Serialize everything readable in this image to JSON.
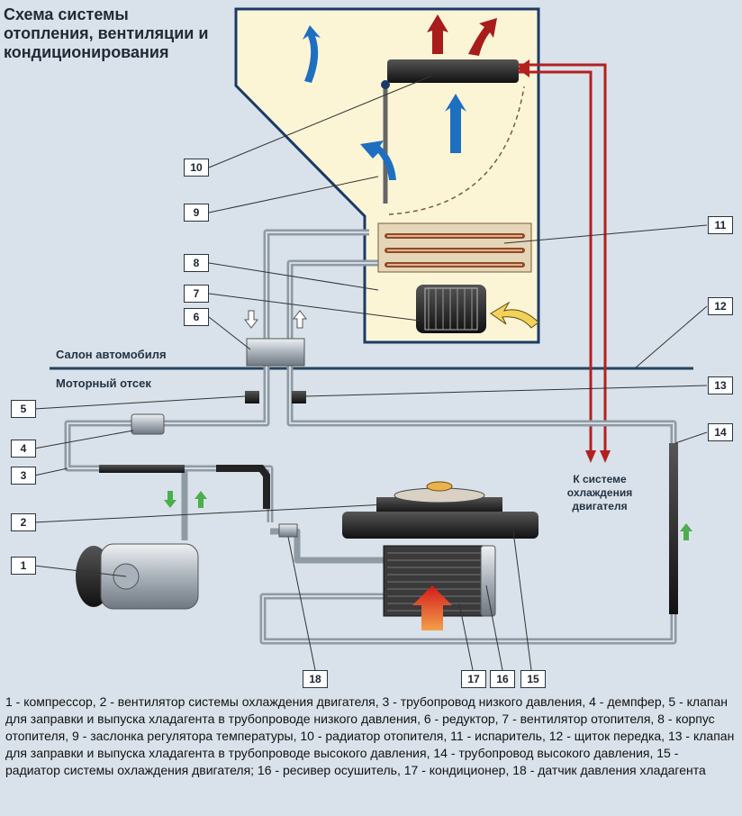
{
  "title": [
    "Схема системы",
    "отопления, вентиляции и",
    "кондиционирования"
  ],
  "zones": {
    "cabin": "Салон автомобиля",
    "engine_bay": "Моторный отсек"
  },
  "coolant_note": [
    "К системе",
    "охлаждения",
    "двигателя"
  ],
  "callouts": [
    "1",
    "2",
    "3",
    "4",
    "5",
    "6",
    "7",
    "8",
    "9",
    "10",
    "11",
    "12",
    "13",
    "14",
    "15",
    "16",
    "17",
    "18"
  ],
  "legend": "1 - компрессор, 2 - вентилятор системы охлаждения двигателя, 3 - трубопровод низкого давления, 4 - демпфер, 5 - клапан для заправки и выпуска хладагента в трубопроводе низкого давления, 6 - редуктор, 7 - вентилятор отопителя, 8 - корпус отопителя, 9 - заслонка регулятора температуры, 10 - радиатор отопителя, 11 - испаритель, 12 - щиток передка, 13 - клапан для заправки и выпуска хладагента в трубопроводе высокого давления, 14 - трубопровод высокого давления, 15 - радиатор системы охлаждения двигателя; 16 - ресивер осушитель, 17 - кондиционер, 18 - датчик давления хладагента",
  "colors": {
    "background": "#d9e2ea",
    "heater_housing": "#fbf5d6",
    "pipe": "#b7c3cc",
    "hot_coolant": "#b42020",
    "cold_air_arrow": "#1e6fc0",
    "hot_air_arrow": "#a81c1c"
  }
}
